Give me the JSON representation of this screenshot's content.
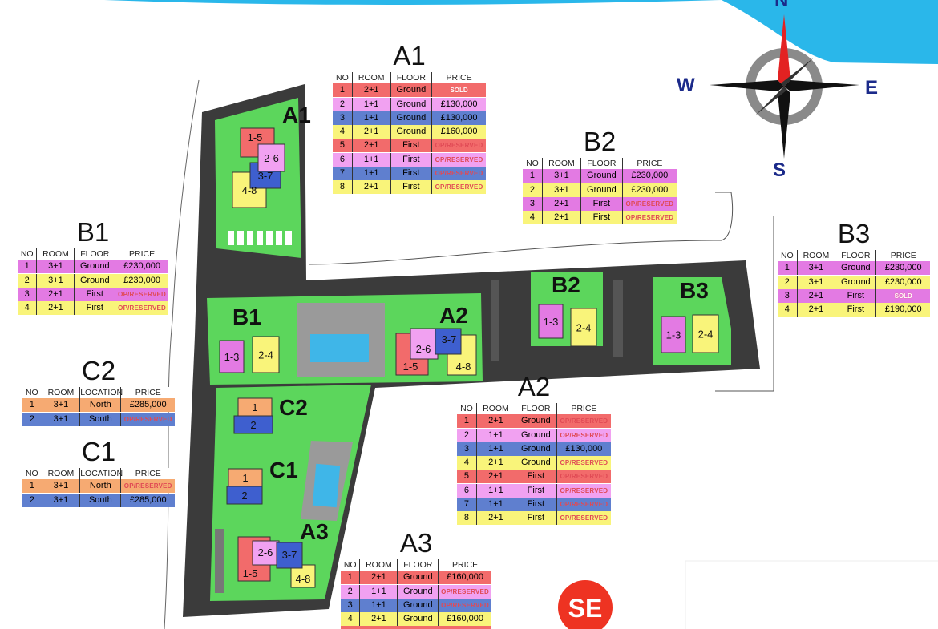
{
  "colors": {
    "sea": "#2ab7ea",
    "road": "#3b3b3b",
    "green": "#5cd65c",
    "pool": "#3fb6e8"
  },
  "compass": {
    "n": "N",
    "s": "S",
    "e": "E",
    "w": "W"
  },
  "logo": {
    "text": "SE",
    "color": "#ee3322"
  },
  "map_labels": {
    "a1": "A1",
    "b1": "B1",
    "a2": "A2",
    "b2": "B2",
    "b3": "B3",
    "c2": "C2",
    "c1": "C1",
    "a3": "A3"
  },
  "buildings": {
    "a1_15": "1-5",
    "a1_26": "2-6",
    "a1_37": "3-7",
    "a1_48": "4-8",
    "b1_13": "1-3",
    "b1_24": "2-4",
    "a2_15": "1-5",
    "a2_26": "2-6",
    "a2_37": "3-7",
    "a2_48": "4-8",
    "b2_13": "1-3",
    "b2_24": "2-4",
    "b3_13": "1-3",
    "b3_24": "2-4",
    "c2_1": "1",
    "c2_2": "2",
    "c1_1": "1",
    "c1_2": "2",
    "a3_15": "1-5",
    "a3_26": "2-6",
    "a3_37": "3-7",
    "a3_48": "4-8"
  },
  "tables": [
    {
      "id": "a1",
      "title": "A1",
      "headers": [
        "NO",
        "ROOM",
        "FLOOR",
        "PRICE"
      ],
      "rows": [
        {
          "no": "1",
          "room": "2+1",
          "floor": "Ground",
          "price": "SOLD",
          "color": "red"
        },
        {
          "no": "2",
          "room": "1+1",
          "floor": "Ground",
          "price": "£130,000",
          "color": "pink"
        },
        {
          "no": "3",
          "room": "1+1",
          "floor": "Ground",
          "price": "£130,000",
          "color": "blue"
        },
        {
          "no": "4",
          "room": "2+1",
          "floor": "Ground",
          "price": "£160,000",
          "color": "yellow"
        },
        {
          "no": "5",
          "room": "2+1",
          "floor": "First",
          "price": "OP/RESERVED",
          "color": "red"
        },
        {
          "no": "6",
          "room": "1+1",
          "floor": "First",
          "price": "OP/RESERVED",
          "color": "pink"
        },
        {
          "no": "7",
          "room": "1+1",
          "floor": "First",
          "price": "OP/RESERVED",
          "color": "blue"
        },
        {
          "no": "8",
          "room": "2+1",
          "floor": "First",
          "price": "OP/RESERVED",
          "color": "yellow"
        }
      ]
    },
    {
      "id": "b2",
      "title": "B2",
      "headers": [
        "NO",
        "ROOM",
        "FLOOR",
        "PRICE"
      ],
      "rows": [
        {
          "no": "1",
          "room": "3+1",
          "floor": "Ground",
          "price": "£230,000",
          "color": "magenta"
        },
        {
          "no": "2",
          "room": "3+1",
          "floor": "Ground",
          "price": "£230,000",
          "color": "yellow"
        },
        {
          "no": "3",
          "room": "2+1",
          "floor": "First",
          "price": "OP/RESERVED",
          "color": "magenta"
        },
        {
          "no": "4",
          "room": "2+1",
          "floor": "First",
          "price": "OP/RESERVED",
          "color": "yellow"
        }
      ]
    },
    {
      "id": "b1",
      "title": "B1",
      "headers": [
        "NO",
        "ROOM",
        "FLOOR",
        "PRICE"
      ],
      "rows": [
        {
          "no": "1",
          "room": "3+1",
          "floor": "Ground",
          "price": "£230,000",
          "color": "magenta"
        },
        {
          "no": "2",
          "room": "3+1",
          "floor": "Ground",
          "price": "£230,000",
          "color": "yellow"
        },
        {
          "no": "3",
          "room": "2+1",
          "floor": "First",
          "price": "OP/RESERVED",
          "color": "magenta"
        },
        {
          "no": "4",
          "room": "2+1",
          "floor": "First",
          "price": "OP/RESERVED",
          "color": "yellow"
        }
      ]
    },
    {
      "id": "b3",
      "title": "B3",
      "headers": [
        "NO",
        "ROOM",
        "FLOOR",
        "PRICE"
      ],
      "rows": [
        {
          "no": "1",
          "room": "3+1",
          "floor": "Ground",
          "price": "£230,000",
          "color": "magenta"
        },
        {
          "no": "2",
          "room": "3+1",
          "floor": "Ground",
          "price": "£230,000",
          "color": "yellow"
        },
        {
          "no": "3",
          "room": "2+1",
          "floor": "First",
          "price": "SOLD",
          "color": "magenta"
        },
        {
          "no": "4",
          "room": "2+1",
          "floor": "First",
          "price": "£190,000",
          "color": "yellow"
        }
      ]
    },
    {
      "id": "c2",
      "title": "C2",
      "headers": [
        "NO",
        "ROOM",
        "LOCATION",
        "PRICE"
      ],
      "rows": [
        {
          "no": "1",
          "room": "3+1",
          "floor": "North",
          "price": "£285,000",
          "color": "orange"
        },
        {
          "no": "2",
          "room": "3+1",
          "floor": "South",
          "price": "OP/RESERVED",
          "color": "blue"
        }
      ]
    },
    {
      "id": "c1",
      "title": "C1",
      "headers": [
        "NO",
        "ROOM",
        "LOCATION",
        "PRICE"
      ],
      "rows": [
        {
          "no": "1",
          "room": "3+1",
          "floor": "North",
          "price": "OP/RESERVED",
          "color": "orange"
        },
        {
          "no": "2",
          "room": "3+1",
          "floor": "South",
          "price": "£285,000",
          "color": "blue"
        }
      ]
    },
    {
      "id": "a2",
      "title": "A2",
      "headers": [
        "NO",
        "ROOM",
        "FLOOR",
        "PRICE"
      ],
      "rows": [
        {
          "no": "1",
          "room": "2+1",
          "floor": "Ground",
          "price": "OP/RESERVED",
          "color": "red"
        },
        {
          "no": "2",
          "room": "1+1",
          "floor": "Ground",
          "price": "OP/RESERVED",
          "color": "pink"
        },
        {
          "no": "3",
          "room": "1+1",
          "floor": "Ground",
          "price": "£130,000",
          "color": "blue"
        },
        {
          "no": "4",
          "room": "2+1",
          "floor": "Ground",
          "price": "OP/RESERVED",
          "color": "yellow"
        },
        {
          "no": "5",
          "room": "2+1",
          "floor": "First",
          "price": "OP/RESERVED",
          "color": "red"
        },
        {
          "no": "6",
          "room": "1+1",
          "floor": "First",
          "price": "OP/RESERVED",
          "color": "pink"
        },
        {
          "no": "7",
          "room": "1+1",
          "floor": "First",
          "price": "OP/RESERVED",
          "color": "blue"
        },
        {
          "no": "8",
          "room": "2+1",
          "floor": "First",
          "price": "OP/RESERVED",
          "color": "yellow"
        }
      ]
    },
    {
      "id": "a3",
      "title": "A3",
      "headers": [
        "NO",
        "ROOM",
        "FLOOR",
        "PRICE"
      ],
      "rows": [
        {
          "no": "1",
          "room": "2+1",
          "floor": "Ground",
          "price": "£160,000",
          "color": "red"
        },
        {
          "no": "2",
          "room": "1+1",
          "floor": "Ground",
          "price": "OP/RESERVED",
          "color": "pink"
        },
        {
          "no": "3",
          "room": "1+1",
          "floor": "Ground",
          "price": "OP/RESERVED",
          "color": "blue"
        },
        {
          "no": "4",
          "room": "2+1",
          "floor": "Ground",
          "price": "£160,000",
          "color": "yellow"
        }
      ]
    }
  ]
}
